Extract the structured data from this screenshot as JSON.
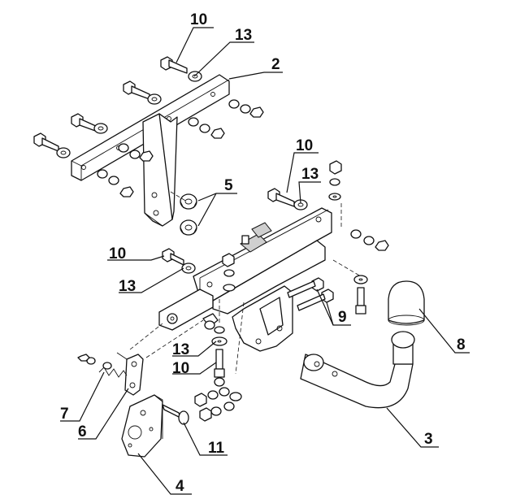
{
  "diagram": {
    "labels": {
      "l10a": "10",
      "l13a": "13",
      "l2": "2",
      "l10b": "10",
      "l13b": "13",
      "l5": "5",
      "l10c": "10",
      "l13c": "13",
      "l9": "9",
      "l8": "8",
      "l13d": "13",
      "l10d": "10",
      "l7": "7",
      "l6": "6",
      "l11": "11",
      "l3": "3",
      "l4": "4"
    }
  }
}
